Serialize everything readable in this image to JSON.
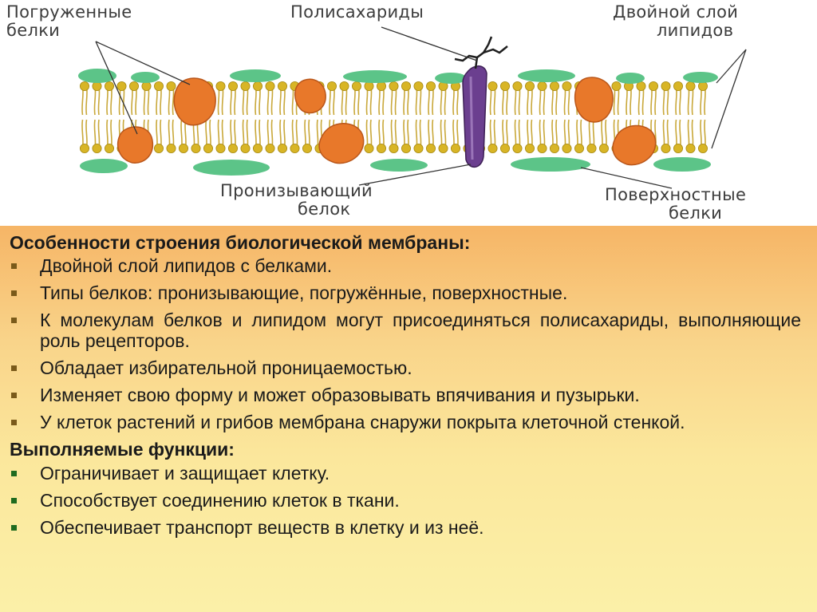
{
  "diagram": {
    "labels": {
      "embedded_line1": "Погруженные",
      "embedded_line2": "белки",
      "polysaccharides": "Полисахариды",
      "bilayer_line1": "Двойной слой",
      "bilayer_line2": "липидов",
      "transmembrane_line1": "Пронизывающий",
      "transmembrane_line2": "белок",
      "surface_line1": "Поверхностные",
      "surface_line2": "белки"
    },
    "colors": {
      "lipid_head": "#d8b526",
      "lipid_tail": "#c9a83a",
      "protein": "#e8782a",
      "surface_protein": "#5cc488",
      "transmembrane": "#6b3f8f",
      "label_line": "#333333"
    }
  },
  "features": {
    "heading": "Особенности строения биологической мембраны:",
    "items": [
      "Двойной слой липидов с белками.",
      "Типы белков: пронизывающие, погружённые, поверхностные.",
      "К молекулам белков и липидом могут присоединяться полисахариды, выполняющие роль рецепторов.",
      "Обладает избирательной проницаемостью.",
      "Изменяет свою форму и может образовывать впячивания и пузырьки.",
      "У клеток растений и грибов мембрана снаружи покрыта клеточной стенкой."
    ],
    "bullet_color": "#7a5a1a"
  },
  "functions": {
    "heading": "Выполняемые функции:",
    "items": [
      "Ограничивает и защищает клетку.",
      "Способствует соединению клеток в ткани.",
      "Обеспечивает транспорт веществ в клетку и из неё."
    ],
    "bullet_color": "#1f6b1f"
  }
}
